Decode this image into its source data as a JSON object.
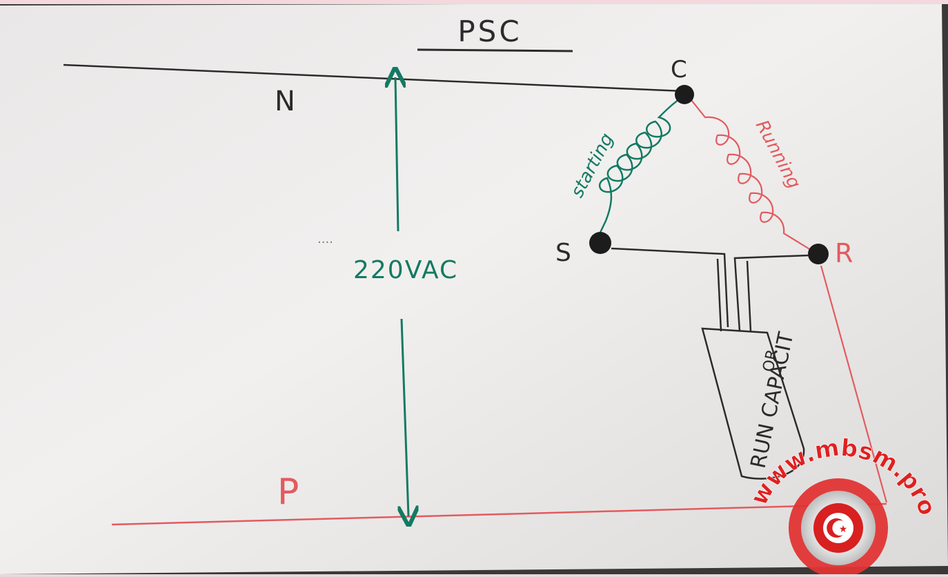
{
  "diagram": {
    "title": "PSC",
    "labels": {
      "neutral": "N",
      "phase": "P",
      "common": "C",
      "start": "S",
      "run": "R",
      "voltage": "220VAC",
      "starting_winding": "starting",
      "running_winding": "Running",
      "capacitor_line1": "RUN CAPACIT",
      "capacitor_line2": "OR"
    },
    "colors": {
      "pen_black": "#2b2b2b",
      "pen_green": "#137a63",
      "pen_red": "#e35a5f",
      "paper": "#f1f0ef"
    }
  },
  "watermark": {
    "text": "www.mbsm.pro"
  }
}
